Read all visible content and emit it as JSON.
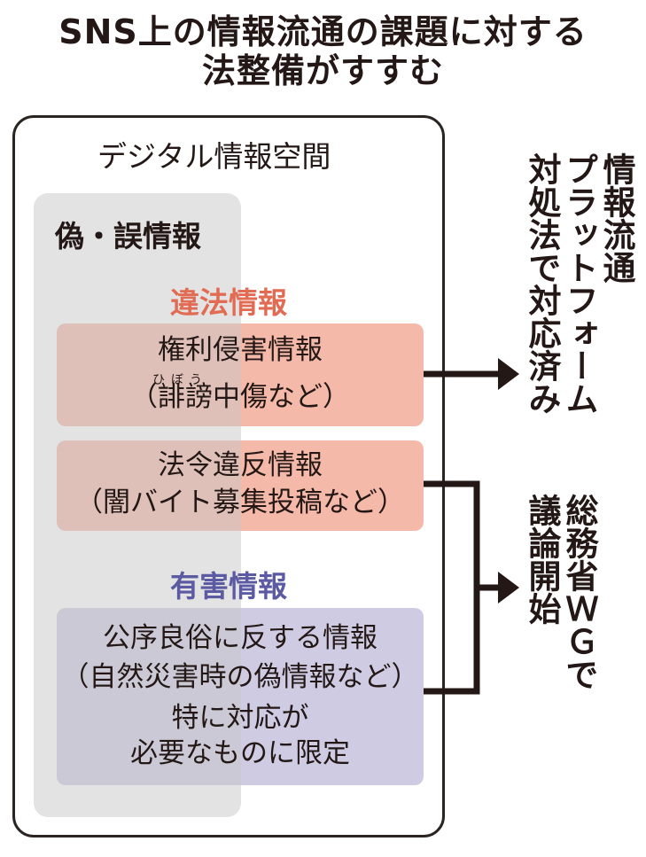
{
  "title": {
    "line1": "SNS上の情報流通の課題に対する",
    "line2": "法整備がすすむ"
  },
  "space_label": "デジタル情報空間",
  "false_info_label": "偽・誤情報",
  "illegal": {
    "label": "違法情報",
    "box1": {
      "line1": "権利侵害情報",
      "ruby": "ひぼう",
      "line2": "（誹謗中傷など）"
    },
    "box2": {
      "line1": "法令違反情報",
      "line2": "（闇バイト募集投稿など）"
    }
  },
  "harmful": {
    "label": "有害情報",
    "box": {
      "line1": "公序良俗に反する情報",
      "line2": "（自然災害時の偽情報など）",
      "line3": "特に対応が",
      "line4": "必要なものに限定"
    }
  },
  "outcome1": {
    "col1": "情報流通",
    "col2": "プラットフォーム",
    "col3": "対処法で対応済み"
  },
  "outcome2": {
    "col1": "総務省ＷＧで",
    "col2": "議論開始"
  },
  "colors": {
    "illegal_text": "#e16b53",
    "harmful_text": "#5b5aa2",
    "pink_box": "#eec1b0",
    "purple_box": "#d4d0e6",
    "gray_overlay": "#e3e3e3",
    "arrow": "#231815"
  }
}
